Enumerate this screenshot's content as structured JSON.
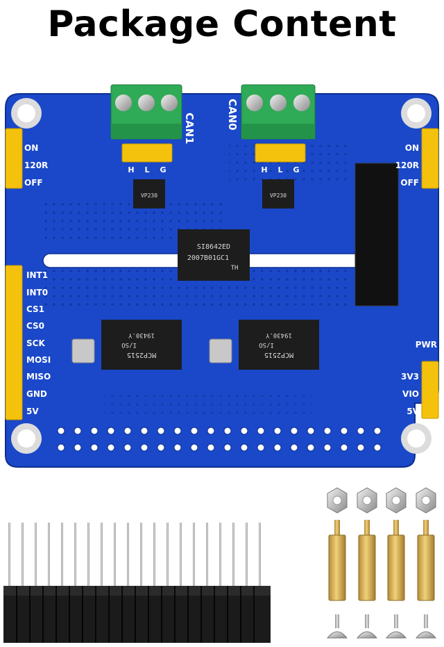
{
  "title": "Package Content",
  "board": {
    "can1": "CAN1",
    "can0": "CAN0",
    "left_jumper": [
      "ON",
      "120R",
      "OFF"
    ],
    "right_jumper": [
      "ON",
      "120R",
      "OFF"
    ],
    "terminal_pins_left": [
      "H",
      "L",
      "G"
    ],
    "terminal_pins_right": [
      "H",
      "L",
      "G"
    ],
    "spi_pins": [
      "INT1",
      "INT0",
      "CS1",
      "CS0",
      "SCK",
      "MOSI",
      "MISO",
      "GND",
      "5V"
    ],
    "power_labels": [
      "PWR",
      "3V3",
      "VIO",
      "5V"
    ],
    "isolator_chip": [
      "SI8642ED",
      "2007B01GC1",
      "TH"
    ],
    "controller_chip_1": [
      "MCP2515",
      "I/SO",
      "19430.Y"
    ],
    "controller_chip_2": [
      "MCP2515",
      "I/SO",
      "19430.Y"
    ],
    "transceiver_1": "VP230",
    "transceiver_2": "VP230"
  },
  "accessories": [
    "pin-header",
    "hex-nuts",
    "brass-standoffs",
    "screws"
  ]
}
